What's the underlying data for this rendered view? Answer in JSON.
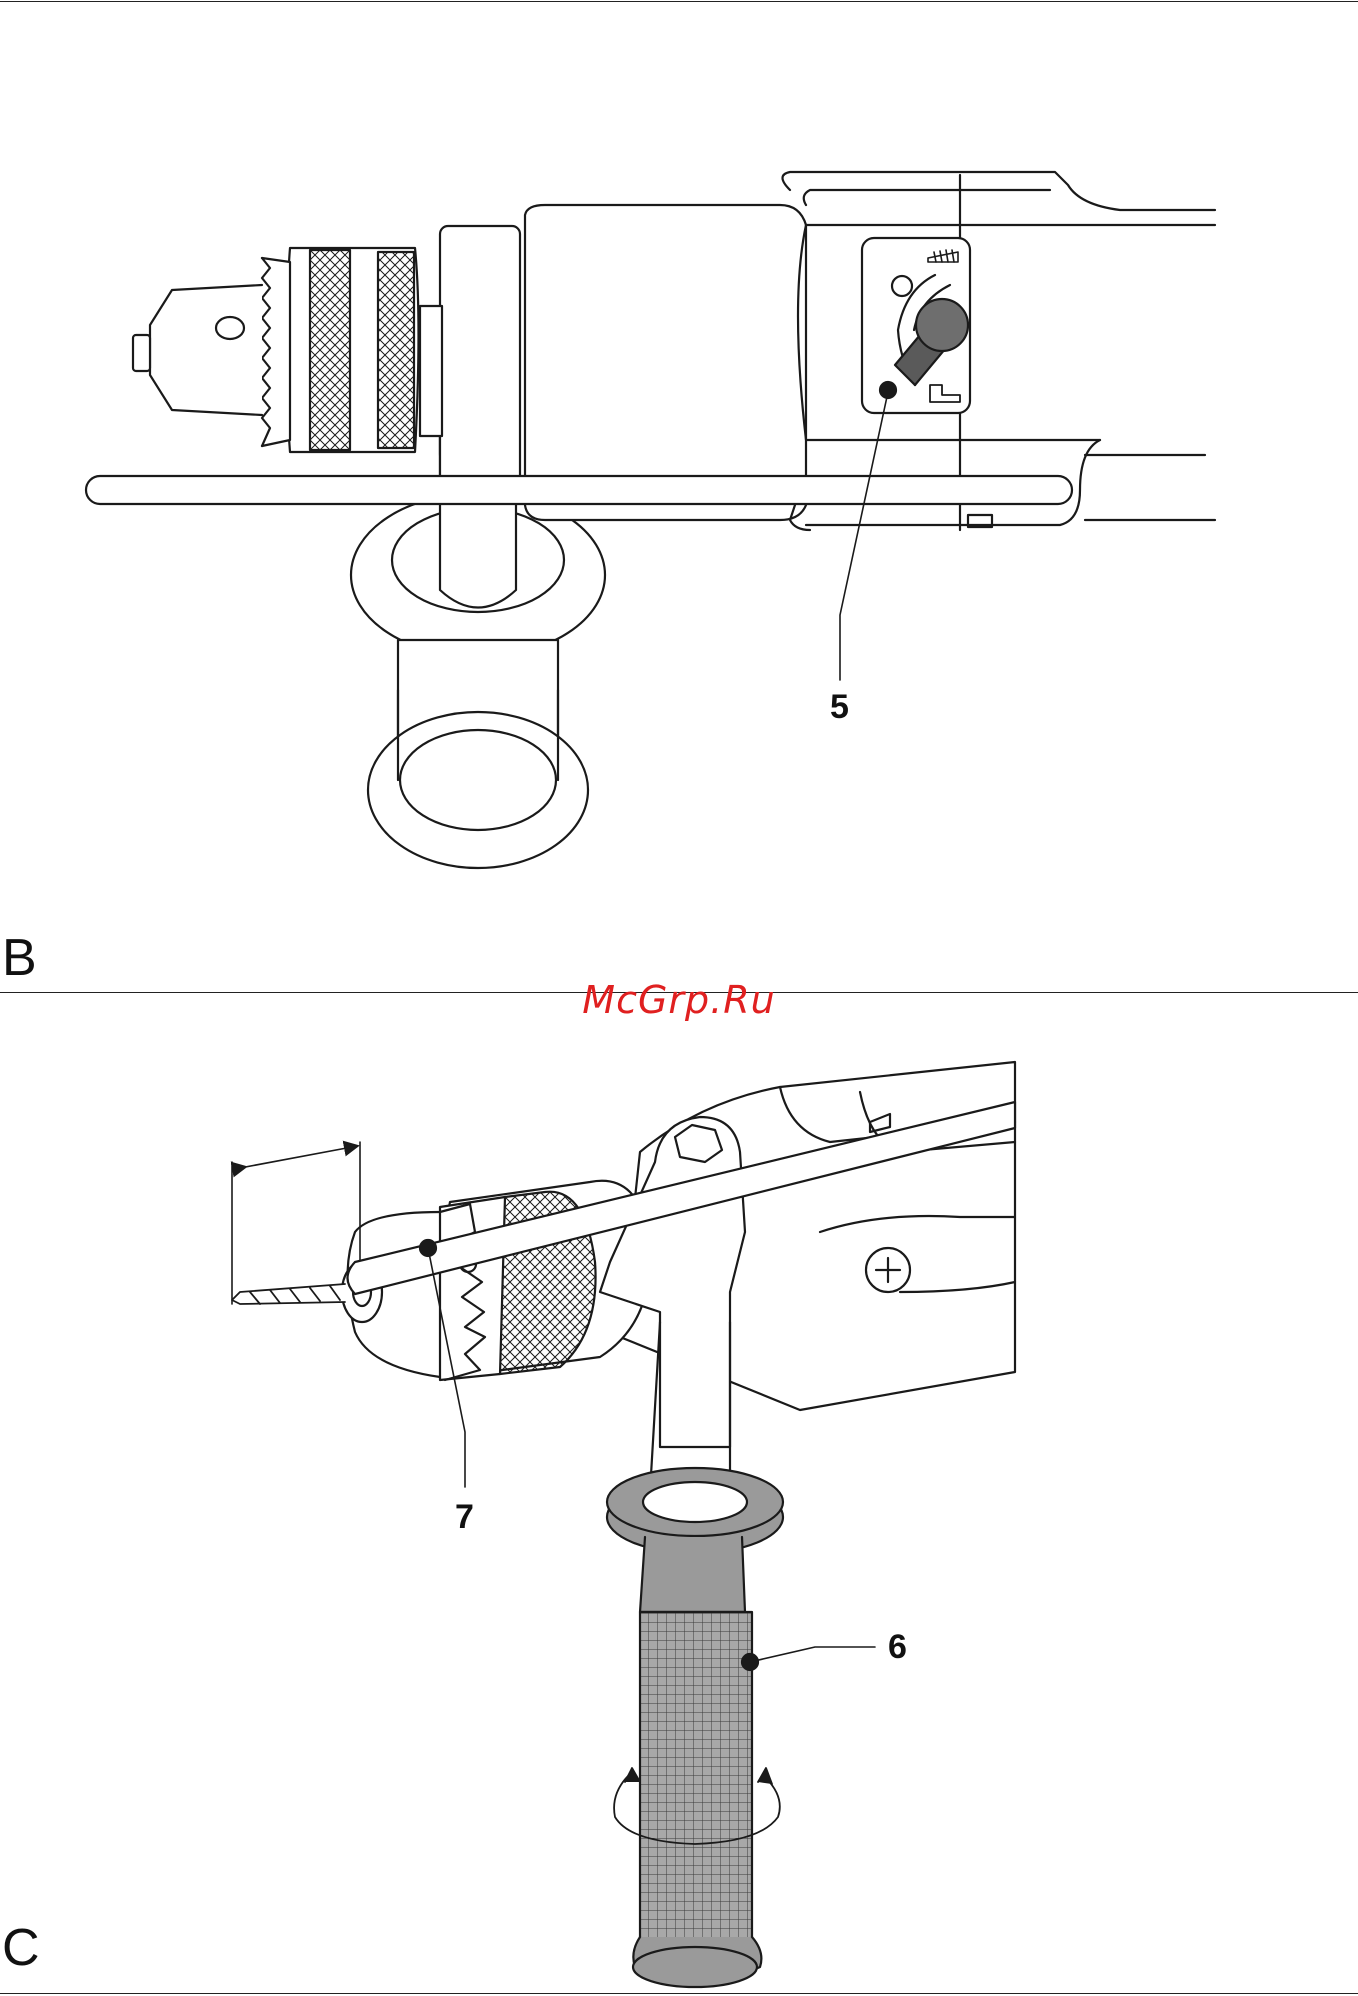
{
  "figures": [
    {
      "letter": "B",
      "callouts": [
        "5"
      ]
    },
    {
      "letter": "C",
      "callouts": [
        "7",
        "6"
      ]
    }
  ],
  "watermark": "McGrp.Ru",
  "colors": {
    "line": "#1a1a1a",
    "grip": "#9a9a9a",
    "knob": "#6e6e6e",
    "watermark": "#e02020"
  },
  "icons": [
    "drill-mode-icon",
    "hammer-mode-icon",
    "rotation-arrow-icon"
  ]
}
